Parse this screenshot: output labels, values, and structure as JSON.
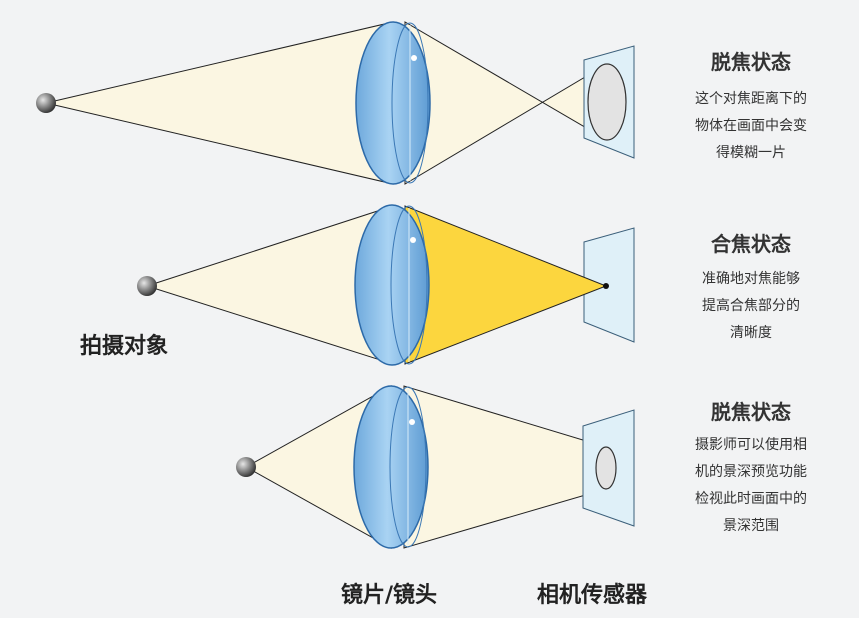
{
  "panels": [
    {
      "title": "脱焦状态",
      "lines": [
        "这个对焦距离下的",
        "物体在画面中会变",
        "得模糊一片"
      ]
    },
    {
      "title": "合焦状态",
      "lines": [
        "准确地对焦能够",
        "提高合焦部分的",
        "清晰度"
      ]
    },
    {
      "title": "脱焦状态",
      "lines": [
        "摄影师可以使用相",
        "机的景深预览功能",
        "检视此时画面中的",
        "景深范围"
      ]
    }
  ],
  "labels": {
    "subject": "拍摄对象",
    "lens": "镜片/镜头",
    "sensor": "相机传感器"
  },
  "colors": {
    "background": "#f2f3f4",
    "light_cone": "#fbf6e2",
    "focus_cone": "#fcd63e",
    "lens": "#8fc3ea",
    "lens_edge": "#2d6aa8",
    "sensor": "#dff0f8"
  }
}
